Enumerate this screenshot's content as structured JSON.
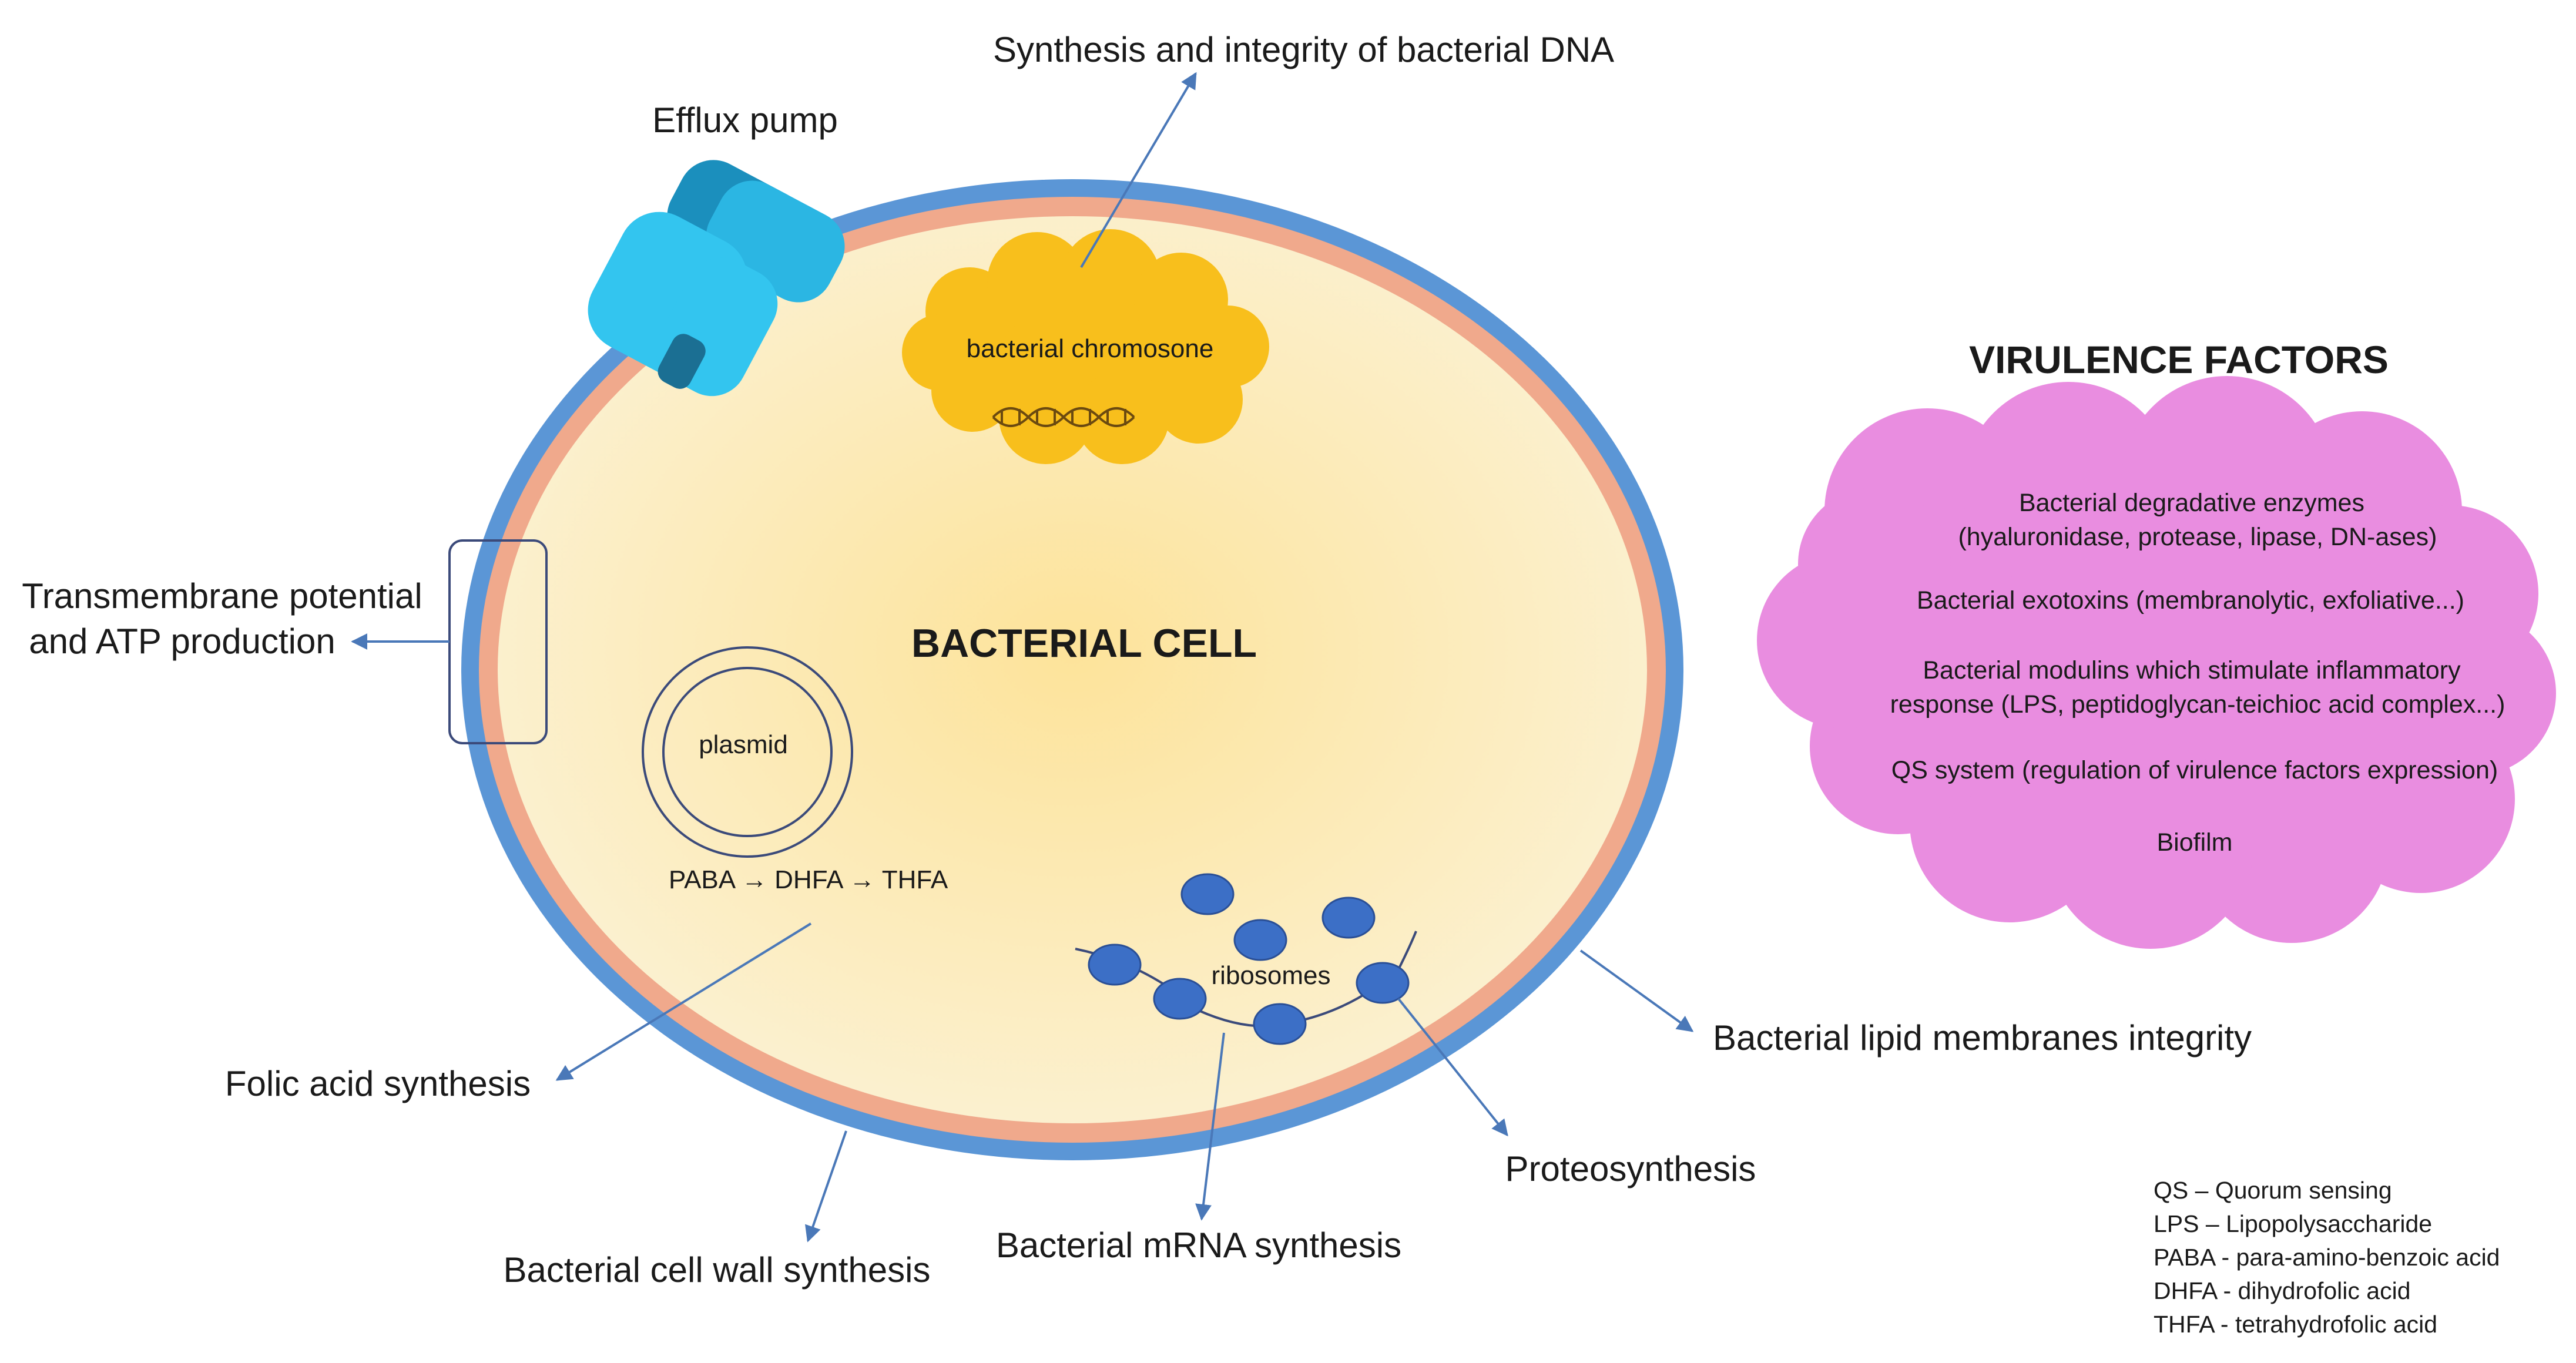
{
  "cell": {
    "title": "BACTERIAL CELL",
    "chromosome_label": "bacterial chromosone",
    "plasmid_label": "plasmid",
    "pathway": "PABA → DHFA → THFA",
    "ribosomes_label": "ribosomes"
  },
  "efflux_pump_label": "Efflux pump",
  "targets": {
    "dna": "Synthesis and integrity of bacterial DNA",
    "membrane_potential_line1": "Transmembrane potential",
    "membrane_potential_line2": "and ATP production",
    "folic_acid": "Folic acid synthesis",
    "cell_wall": "Bacterial cell wall synthesis",
    "mrna": "Bacterial mRNA synthesis",
    "proteosynthesis": "Proteosynthesis",
    "lipid_membranes": "Bacterial lipid membranes integrity"
  },
  "virulence": {
    "title": "VIRULENCE FACTORS",
    "items": [
      {
        "line1": "Bacterial degradative enzymes",
        "line2": "(hyaluronidase, protease, lipase, DN-ases)"
      },
      {
        "line1": "Bacterial exotoxins (membranolytic, exfoliative...)",
        "line2": ""
      },
      {
        "line1": "Bacterial modulins which stimulate inflammatory",
        "line2": "response (LPS, peptidoglycan-teichioc acid complex...)"
      },
      {
        "line1": "QS system (regulation of virulence factors expression)",
        "line2": ""
      },
      {
        "line1": "Biofilm",
        "line2": ""
      }
    ]
  },
  "abbreviations": [
    "QS – Quorum sensing",
    "LPS – Lipopolysaccharide",
    "PABA - para-amino-benzoic acid",
    "DHFA - dihydrofolic acid",
    "THFA - tetrahydrofolic acid"
  ],
  "colors": {
    "outer_membrane": "#5b96d6",
    "inner_membrane": "#f0a98c",
    "cytoplasm_center": "#fde7a0",
    "cytoplasm_edge": "#fbf0cf",
    "chromosome": "#f8bf1c",
    "ribosome": "#3c6fc6",
    "efflux_pump": "#33c5ef",
    "virulence_cloud": "#e98de0",
    "arrow": "#4a78b8"
  }
}
